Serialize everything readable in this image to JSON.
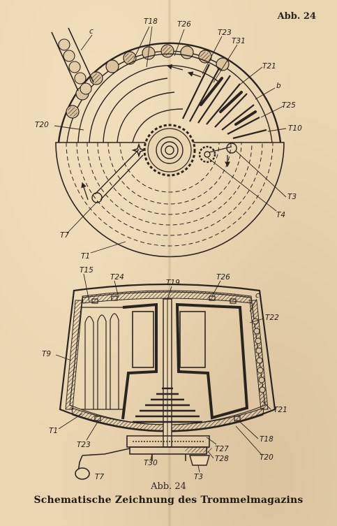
{
  "figure_number_top": "Abb. 24",
  "figure_number_bottom": "Abb. 24",
  "caption": "Schematische Zeichnung des Trommelmagazins",
  "top_view_labels": {
    "c": "c",
    "t18": "T18",
    "t26": "T26",
    "t23": "T23",
    "t31": "T31",
    "t21": "T21",
    "b": "b",
    "t25": "T25",
    "t10": "T10",
    "t20": "T20",
    "t3": "T3",
    "t4": "T4",
    "t7": "T7",
    "t1": "T1"
  },
  "section_view_labels": {
    "t15": "T15",
    "t24": "T24",
    "t19": "T19",
    "t26": "T26",
    "c": "c",
    "t22": "T22",
    "t9": "T9",
    "t21": "T21",
    "t1": "T1",
    "t23": "T23",
    "t18": "T18",
    "t27": "T27",
    "t28": "T28",
    "t20": "T20",
    "t30": "T30",
    "t7": "T7",
    "t3": "T3"
  }
}
